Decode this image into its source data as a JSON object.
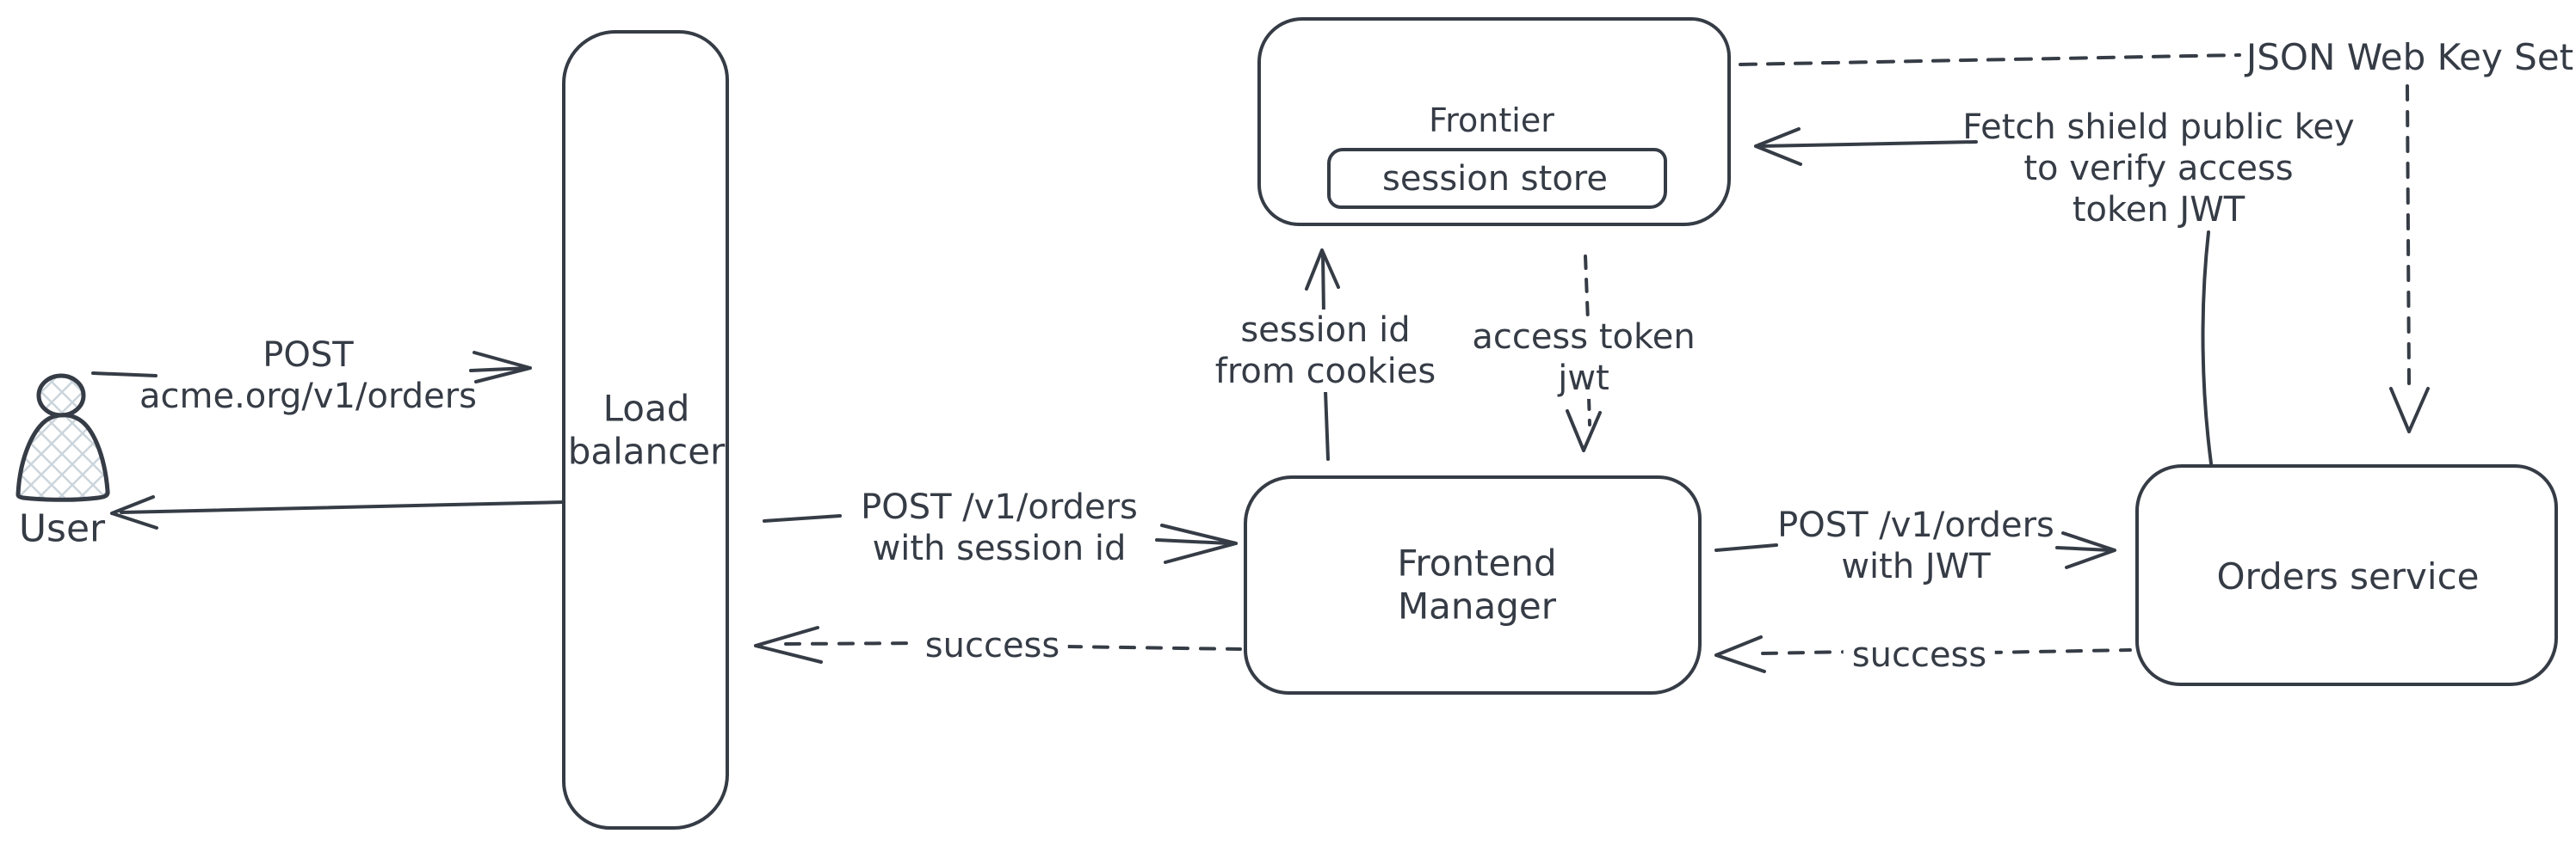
{
  "diagram": {
    "ink_color": "#363c46",
    "hatch_color": "#ccd5dc",
    "background_color": "#ffffff",
    "nodes": {
      "user": {
        "label": "User",
        "icon": "person-icon"
      },
      "load_balancer": {
        "line1": "Load",
        "line2": "balancer"
      },
      "frontier": {
        "label": "Frontier"
      },
      "session_store": {
        "label": "session store"
      },
      "frontend_manager": {
        "line1": "Frontend",
        "line2": "Manager"
      },
      "orders_service": {
        "label": "Orders service"
      }
    },
    "edges": {
      "post_acme": {
        "line1": "POST",
        "line2": "acme.org/v1/orders",
        "style": "solid",
        "from": "user",
        "to": "load_balancer"
      },
      "return_to_user": {
        "label": "",
        "style": "solid",
        "from": "load_balancer",
        "to": "user"
      },
      "post_session": {
        "line1": "POST /v1/orders",
        "line2": "with session id",
        "style": "solid",
        "from": "load_balancer",
        "to": "frontend_manager"
      },
      "success_left": {
        "label": "success",
        "style": "dashed",
        "from": "frontend_manager",
        "to": "load_balancer"
      },
      "session_id": {
        "line1": "session id",
        "line2": "from cookies",
        "style": "solid",
        "from": "frontend_manager",
        "to": "frontier"
      },
      "access_token": {
        "line1": "access token",
        "line2": "jwt",
        "style": "dashed",
        "from": "frontier",
        "to": "frontend_manager"
      },
      "post_jwt": {
        "line1": "POST /v1/orders",
        "line2": "with JWT",
        "style": "solid",
        "from": "frontend_manager",
        "to": "orders_service"
      },
      "success_right": {
        "label": "success",
        "style": "dashed",
        "from": "orders_service",
        "to": "frontend_manager"
      },
      "jwks": {
        "label": "JSON Web Key Set",
        "style": "dashed"
      },
      "jwks_to_orders": {
        "label": "",
        "style": "dashed",
        "from": "jwks",
        "to": "orders_service"
      },
      "fetch_key": {
        "line1": "Fetch shield public key",
        "line2": "to verify access",
        "line3": "token JWT",
        "style": "solid",
        "from": "orders_service",
        "to": "frontier"
      }
    }
  }
}
